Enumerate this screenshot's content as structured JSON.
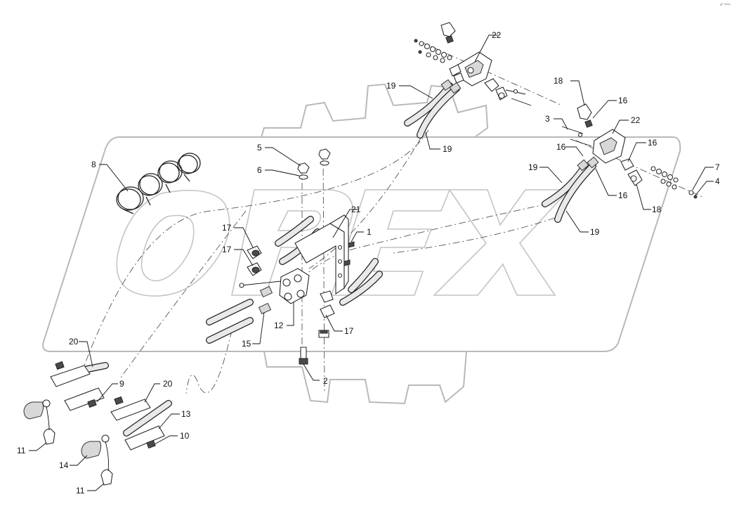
{
  "watermark": {
    "text": "OPEX"
  },
  "corner_mark": "a° ===",
  "callouts": {
    "c1": "1",
    "c2": "2",
    "c3": "3",
    "c4": "4",
    "c5": "5",
    "c6": "6",
    "c7": "7",
    "c8": "8",
    "c9": "9",
    "c10": "10",
    "c11a": "11",
    "c11b": "11",
    "c12": "12",
    "c13": "13",
    "c14": "14",
    "c15": "15",
    "c16a": "16",
    "c16b": "16",
    "c16c": "16",
    "c16d": "16",
    "c17a": "17",
    "c17b": "17",
    "c17c": "17",
    "c18a": "18",
    "c18b": "18",
    "c19a": "19",
    "c19b": "19",
    "c19c": "19",
    "c19d": "19",
    "c20a": "20",
    "c20b": "20",
    "c21": "21",
    "c22a": "22",
    "c22b": "22"
  }
}
